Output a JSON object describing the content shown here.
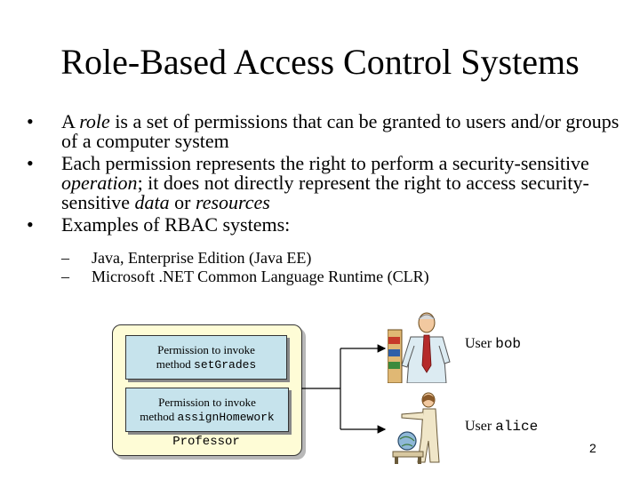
{
  "title": "Role-Based Access Control Systems",
  "bullets": {
    "b1": {
      "pre": "A ",
      "em": "role",
      "post": " is a set of permissions that can be granted to users and/or groups of a computer system"
    },
    "b2": {
      "pre": "Each permission represents the right to perform a security-sensitive ",
      "em1": "operation",
      "mid1": "; it does not directly represent the right to access security-sensitive ",
      "em2": "data",
      "mid2": " or ",
      "em3": "resources"
    },
    "b3": {
      "text": "Examples of RBAC systems:"
    },
    "bullet_symbol": "•",
    "sub_symbol": "–",
    "subs": [
      "Java, Enterprise Edition (Java EE)",
      "Microsoft .NET Common Language Runtime (CLR)"
    ]
  },
  "diagram": {
    "perm1": {
      "line1": "Permission to invoke",
      "prefix": "method ",
      "method": "setGrades"
    },
    "perm2": {
      "line1": "Permission to invoke",
      "prefix": "method ",
      "method": "assignHomework"
    },
    "role": "Professor",
    "users": [
      {
        "prefix": "User ",
        "name": "bob"
      },
      {
        "prefix": "User ",
        "name": "alice"
      }
    ]
  },
  "page_number": "2"
}
